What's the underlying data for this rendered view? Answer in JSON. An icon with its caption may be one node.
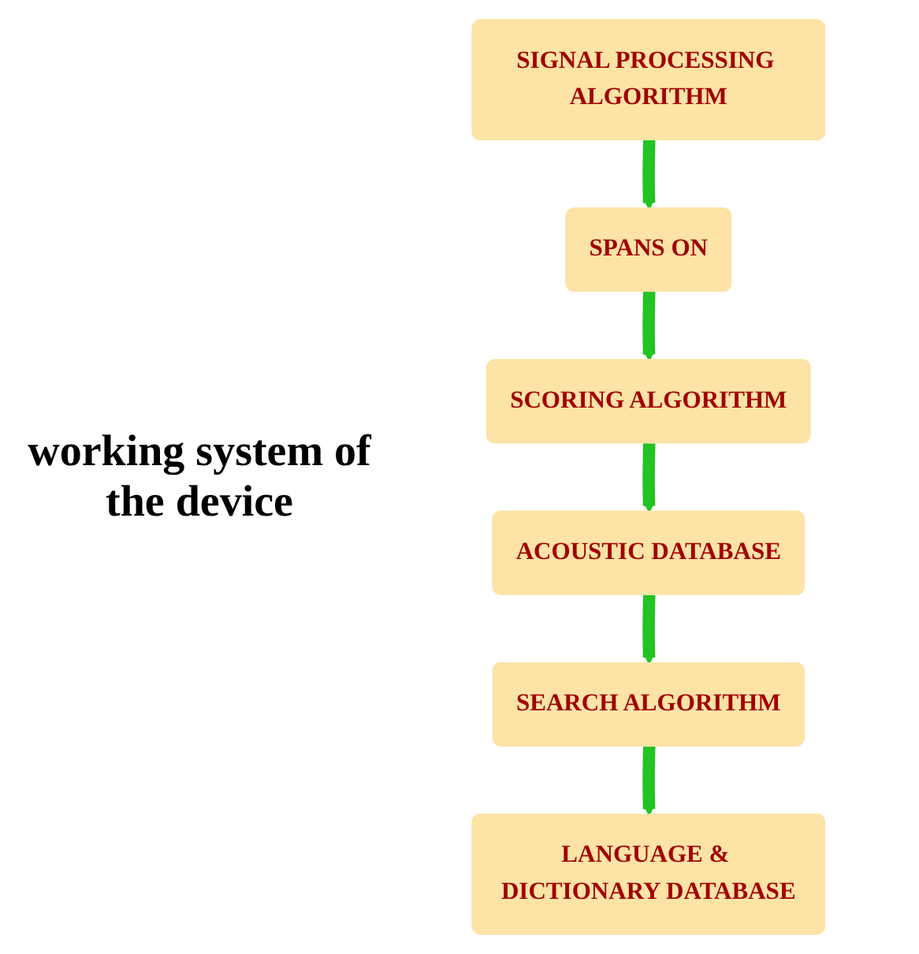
{
  "diagram": {
    "nodes": [
      {
        "text": [
          "LANGUAGE & DICTIONARY DATABASE"
        ]
      },
      {
        "text": [
          "SIGNAL PROCESSING ALGORITHM"
        ]
      },
      {
        "text": [
          "SEARCH ALGORITHM"
        ]
      },
      {
        "text": [
          "SPANS ON"
        ]
      },
      {
        "text": [
          "ACOUSTIC DATABASE"
        ]
      },
      {
        "text": [
          "SCORING ALGORITHM"
        ]
      }
    ],
    "edges": [
      {
        "from": 1,
        "to": 3,
        "arrow": "to"
      },
      {
        "from": 3,
        "to": 5,
        "arrow": "to"
      },
      {
        "from": 5,
        "to": 4,
        "arrow": "to"
      },
      {
        "from": 4,
        "to": 2,
        "arrow": "to"
      },
      {
        "from": 2,
        "to": 0,
        "arrow": "to"
      }
    ],
    "labels": [
      "working system of the device"
    ]
  }
}
